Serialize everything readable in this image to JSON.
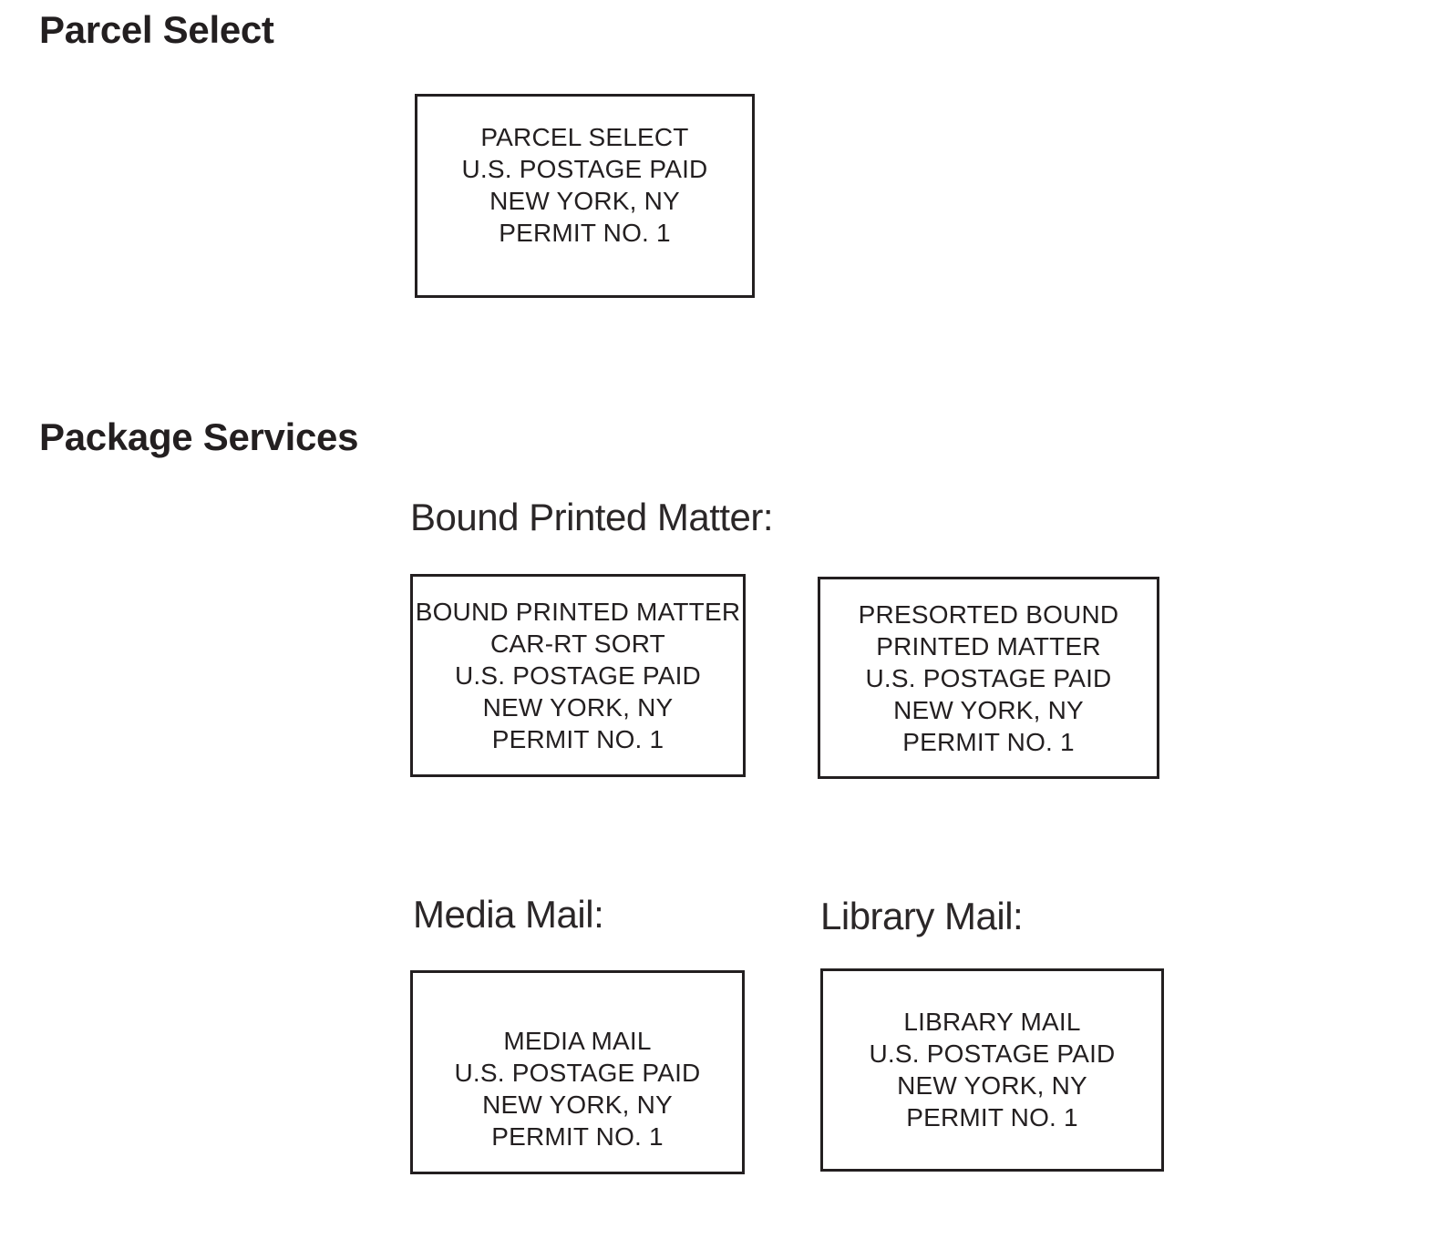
{
  "page": {
    "background_color": "#ffffff",
    "ink_color": "#231f20"
  },
  "headings": {
    "parcel_select": "Parcel Select",
    "package_services": "Package Services"
  },
  "labels": {
    "bound_printed_matter": "Bound Printed Matter:",
    "media_mail": "Media Mail:",
    "library_mail": "Library Mail:"
  },
  "imprints": {
    "parcel_select": {
      "lines": [
        "PARCEL SELECT",
        "U.S. POSTAGE PAID",
        "NEW YORK, NY",
        "PERMIT NO. 1"
      ]
    },
    "bound_printed_matter_car_rt": {
      "lines": [
        "BOUND PRINTED MATTER",
        "CAR-RT SORT",
        "U.S. POSTAGE PAID",
        "NEW YORK, NY",
        "PERMIT NO. 1"
      ]
    },
    "presorted_bound_printed_matter": {
      "lines": [
        "PRESORTED BOUND",
        "PRINTED MATTER",
        "U.S. POSTAGE PAID",
        "NEW YORK, NY",
        "PERMIT NO. 1"
      ]
    },
    "media_mail": {
      "lines": [
        "MEDIA MAIL",
        "U.S. POSTAGE PAID",
        "NEW YORK, NY",
        "PERMIT NO. 1"
      ]
    },
    "library_mail": {
      "lines": [
        "LIBRARY MAIL",
        "U.S. POSTAGE PAID",
        "NEW YORK, NY",
        "PERMIT NO. 1"
      ]
    }
  }
}
